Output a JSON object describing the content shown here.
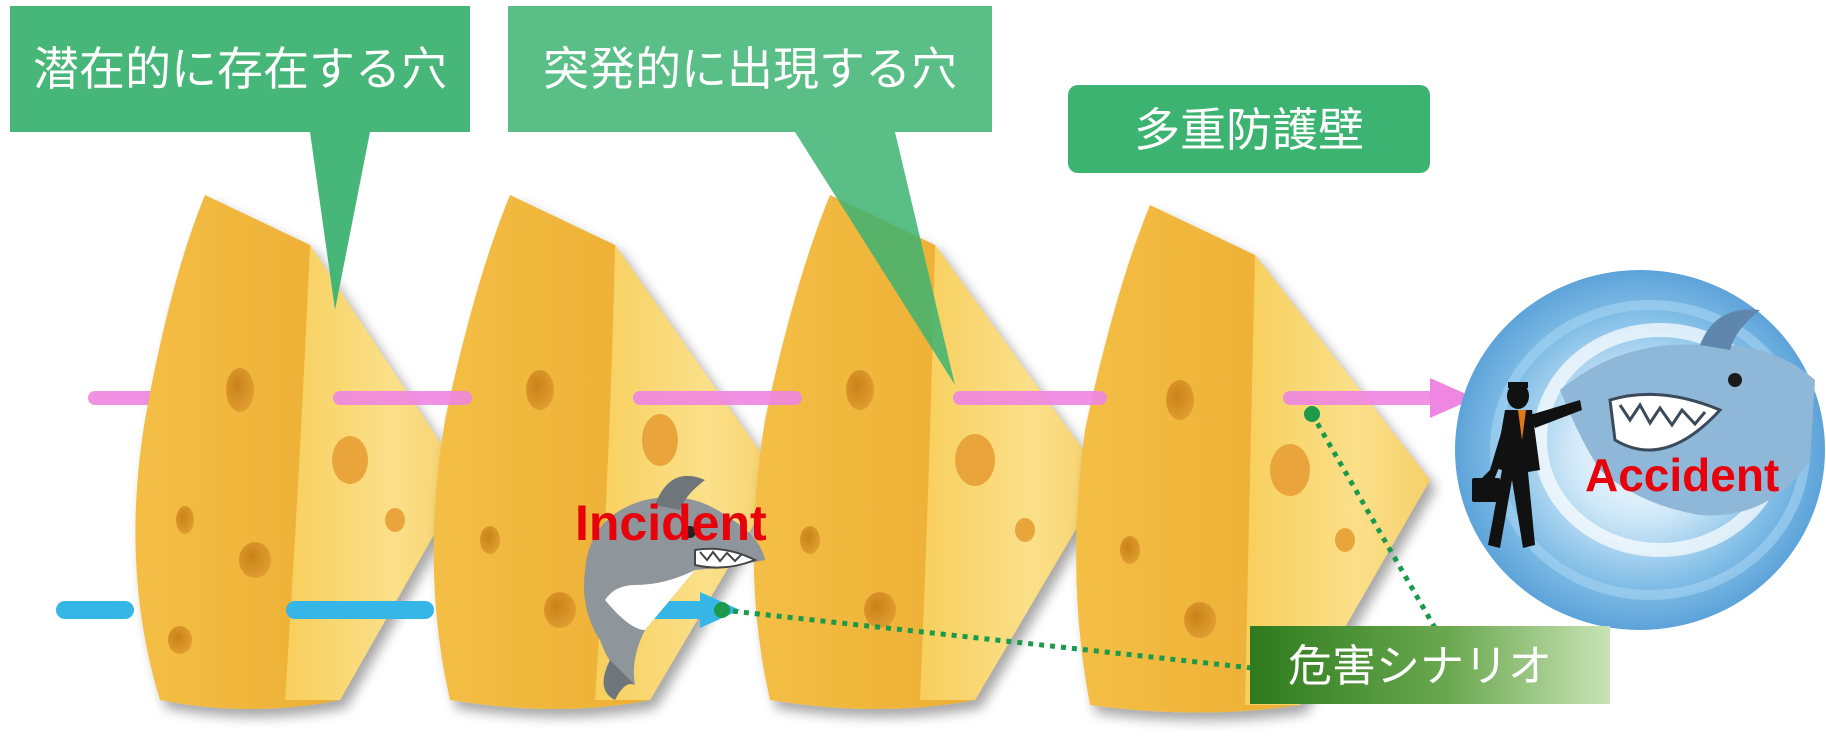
{
  "callouts": {
    "latent_holes": "潜在的に存在する穴",
    "sudden_holes": "突発的に出現する穴",
    "multiple_barriers": "多重防護壁"
  },
  "labels": {
    "incident": "Incident",
    "accident": "Accident",
    "hazard_scenario": "危害シナリオ"
  },
  "layers": {
    "barrier_count": 4,
    "path_lines": [
      "pink",
      "blue"
    ]
  },
  "colors": {
    "callout_green": "#3db372",
    "label_red": "#e8000b",
    "cheese_yellow": "#f2b431",
    "pink_path": "#ef86e2",
    "blue_path": "#35b6e6",
    "dotted_green": "#1a9a4a",
    "scenario_green": "#3e8d2a"
  }
}
